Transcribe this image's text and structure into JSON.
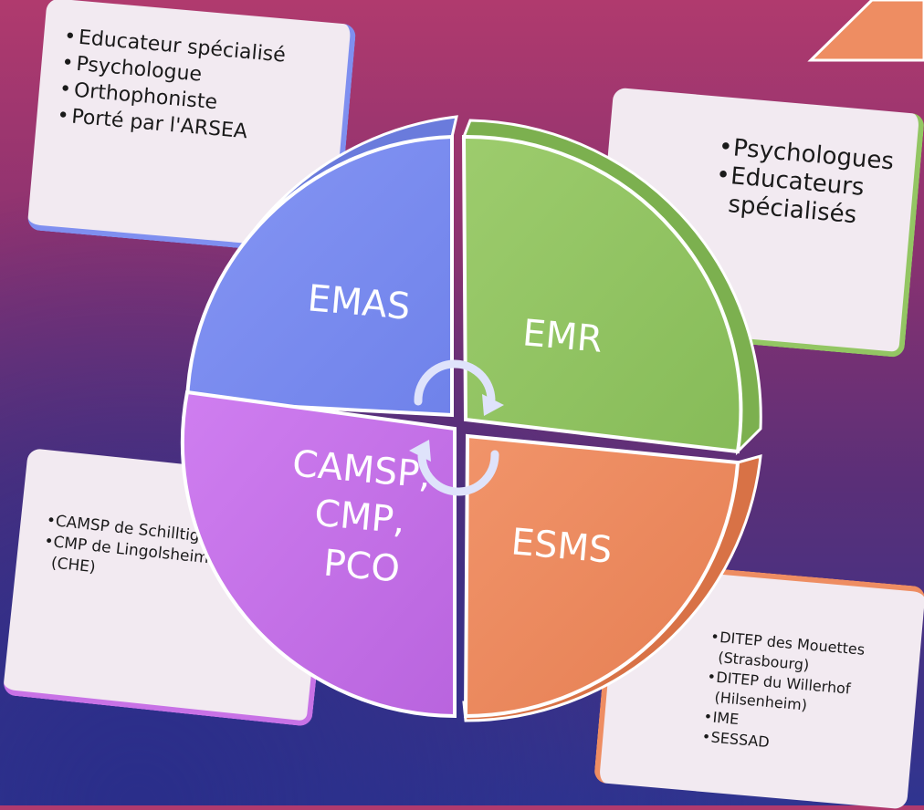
{
  "segments": {
    "emas": {
      "label": "EMAS",
      "color": "#7f8ff0",
      "items": [
        "Educateur spécialisé",
        "Psychologue",
        "Orthophoniste",
        "Porté par l'ARSEA"
      ]
    },
    "emr": {
      "label": "EMR",
      "color": "#93c663",
      "items": [
        "Psychologues",
        "Educateurs spécialisés"
      ]
    },
    "camsp": {
      "label_lines": [
        "CAMSP,",
        "CMP,",
        "PCO"
      ],
      "color": "#c872e6",
      "items": [
        "CAMSP de Schilltigheim (AAPEI)",
        "CMP de Lingolsheim et d'Erstein (CHE)"
      ]
    },
    "esms": {
      "label": "ESMS",
      "color": "#ee8d62",
      "items": [
        "DITEP des Mouettes (Strasbourg)",
        "DITEP du Willerhof (Hilsenheim)",
        "IME",
        "SESSAD"
      ]
    }
  },
  "icons": {
    "center": "cycle-arrows-icon"
  }
}
